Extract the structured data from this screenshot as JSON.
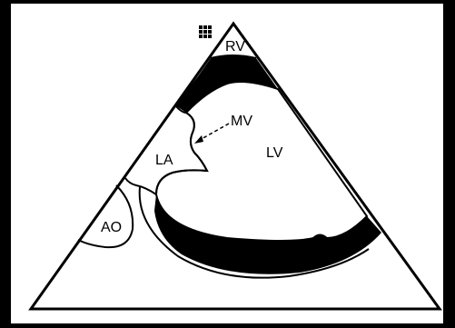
{
  "labels": {
    "rv": "RV",
    "lv": "LV",
    "la": "LA",
    "ao": "AO",
    "mv": "MV"
  },
  "icon": "grid-icon",
  "colors": {
    "background": "#000000",
    "panel": "#ffffff",
    "ink": "#000000"
  }
}
